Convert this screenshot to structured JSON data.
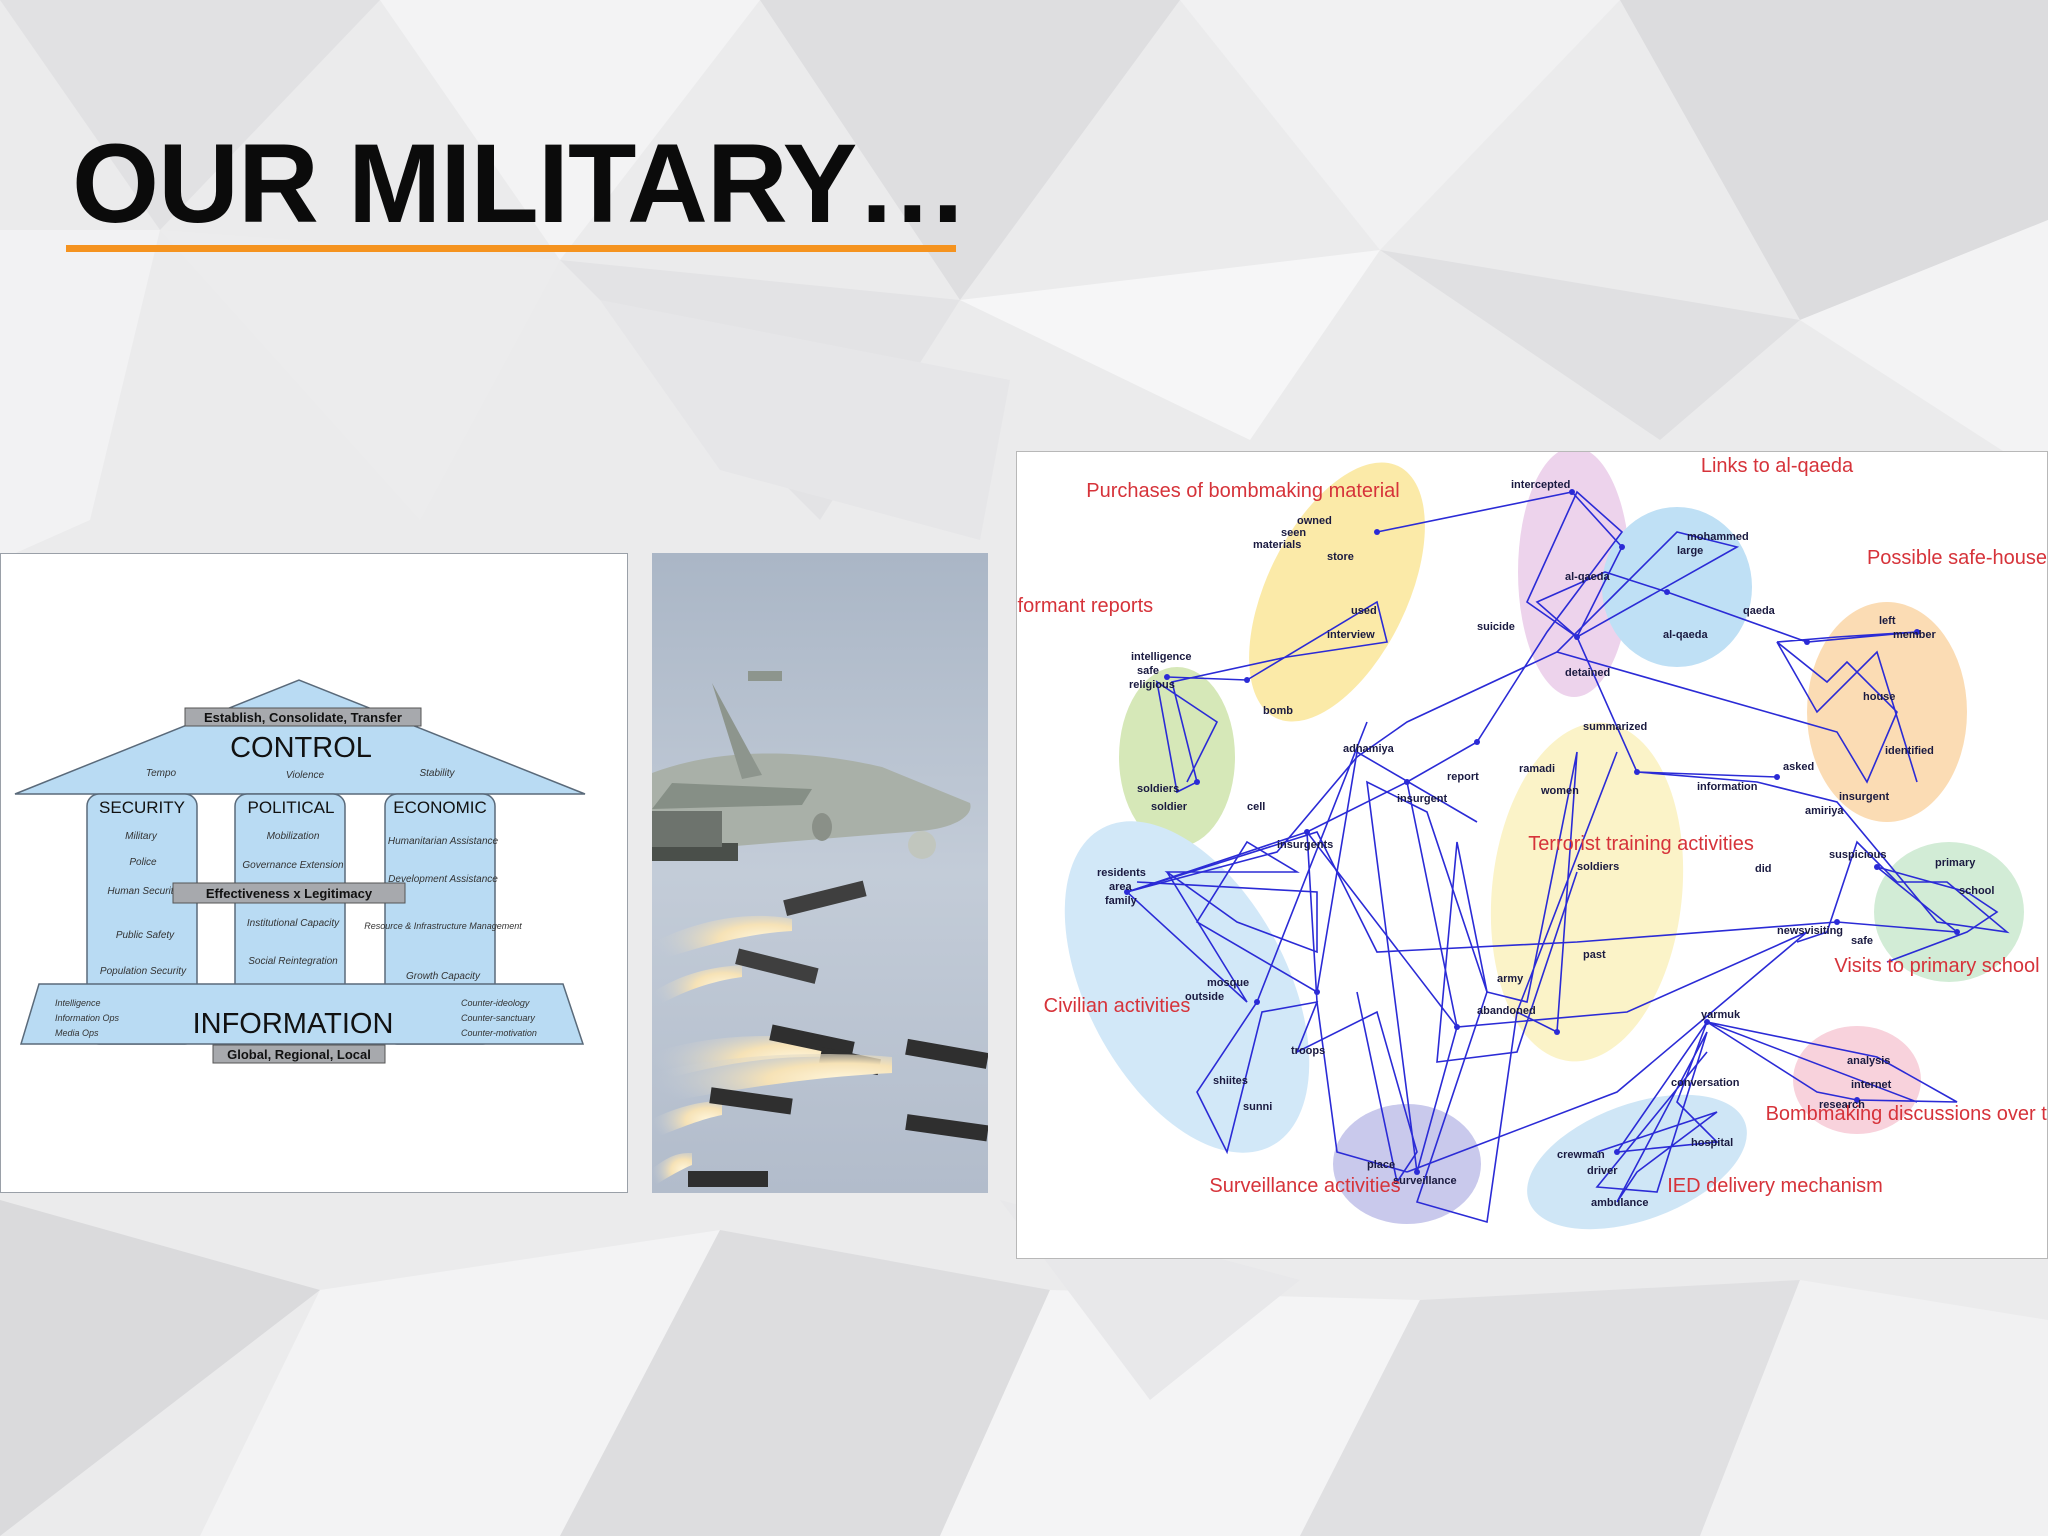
{
  "slide": {
    "title": "OUR MILITARY…",
    "colors": {
      "accent": "#f5931f",
      "diagram_fill": "#b9dbf3",
      "network_line": "#2b2bd6",
      "cluster_label": "#d6333a"
    }
  },
  "diagram": {
    "roof_banner": "Establish, Consolidate, Transfer",
    "roof_title": "CONTROL",
    "roof_sub": [
      "Tempo",
      "Violence",
      "Stability"
    ],
    "pillars": [
      {
        "title": "SECURITY",
        "items": [
          "Military",
          "Police",
          "Human Security",
          "Public Safety",
          "Population Security"
        ]
      },
      {
        "title": "POLITICAL",
        "items": [
          "Mobilization",
          "Governance Extension",
          "Institutional Capacity",
          "Social Reintegration"
        ]
      },
      {
        "title": "ECONOMIC",
        "items": [
          "Humanitarian Assistance",
          "Development Assistance",
          "Resource & Infrastructure Management",
          "Growth Capacity"
        ]
      }
    ],
    "crossbar": "Effectiveness x Legitimacy",
    "base_title": "INFORMATION",
    "base_left": [
      "Intelligence",
      "Information Ops",
      "Media Ops"
    ],
    "base_right": [
      "Counter-ideology",
      "Counter-sanctuary",
      "Counter-motivation"
    ],
    "base_banner": "Global, Regional, Local"
  },
  "network": {
    "clusters": [
      {
        "label": "Purchases of bombmaking material",
        "color": "#fbeaa8",
        "words": [
          "owned",
          "seen",
          "materials",
          "store",
          "used",
          "interview",
          "bomb"
        ]
      },
      {
        "label": "Informant reports",
        "color": "#d6e8b8",
        "words": [
          "intelligence",
          "safe",
          "religious",
          "soldiers",
          "soldier"
        ]
      },
      {
        "label": "Links to al-qaeda",
        "color": "#bfe0f5",
        "words": [
          "mohammed",
          "large",
          "qaeda",
          "al-qaeda"
        ]
      },
      {
        "label": "Possible safe-house",
        "color": "#fbdcb4",
        "words": [
          "left",
          "member",
          "house",
          "identified",
          "insurgent"
        ]
      },
      {
        "label": "Terrorist training activities",
        "color": "#fbf3c8",
        "words": [
          "ramadi",
          "women",
          "soldiers",
          "army",
          "abandoned"
        ]
      },
      {
        "label": "Civilian activities",
        "color": "#d2e8f8",
        "words": [
          "residents",
          "area",
          "family",
          "outside",
          "mosque",
          "shiites",
          "sunni"
        ]
      },
      {
        "label": "Visits to primary school",
        "color": "#d2ecd6",
        "words": [
          "suspicious",
          "primary",
          "school",
          "safe"
        ]
      },
      {
        "label": "Surveillance activities",
        "color": "#c9c9ec",
        "words": [
          "place",
          "surveillance",
          "troops"
        ]
      },
      {
        "label": "IED delivery mechanism",
        "color": "#cfe6f6",
        "words": [
          "crewman",
          "driver",
          "hospital",
          "ambulance"
        ]
      },
      {
        "label": "Bombmaking discussions over the Internet",
        "color": "#f8d2dc",
        "words": [
          "analysis",
          "internet",
          "research",
          "conversation"
        ]
      }
    ],
    "other_words": [
      "intercepted",
      "suicide",
      "al-qaeda",
      "detained",
      "summarized",
      "adhamiya",
      "report",
      "information",
      "asked",
      "amiriya",
      "insurgent",
      "cell",
      "insurgents",
      "did",
      "past",
      "newsvisiting",
      "yarmuk"
    ]
  }
}
